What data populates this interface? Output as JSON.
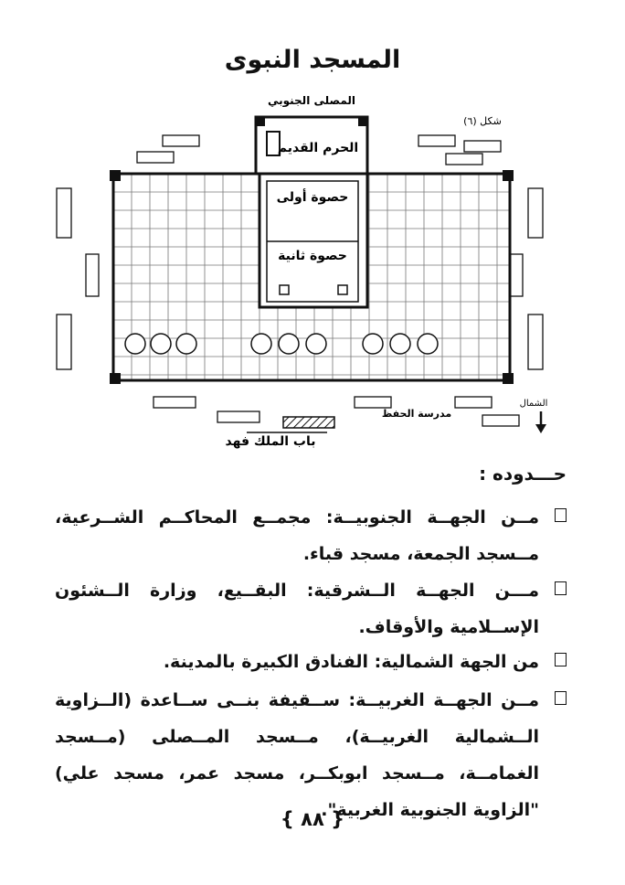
{
  "page": {
    "title": "المسجد النبوى",
    "figure_label": "شكل (٦)",
    "plan_labels": {
      "top": "المصلى الجنوبي",
      "old_haram": "الحرم القديم",
      "courtyard_1": "حصوة أولى",
      "courtyard_2": "حصوة ثانية",
      "bottom_gate": "باب الملك فهد",
      "north_arrow": "الشمال",
      "bottom_note": "مدرسة الحفظ"
    },
    "section_heading": "حـــدوده :",
    "items": [
      {
        "text": "مــن الجهــة الجنوبيــة: مجمــع المحاكــم الشــرعية، مــسجد الجمعة، مسجد قباء."
      },
      {
        "text": "مـــن الجهــة الــشرقية: البقــيع، وزارة الــشئون الإســلامية والأوقاف."
      },
      {
        "text": "من الجهة الشمالية: الفنادق الكبيرة بالمدينة."
      },
      {
        "text": "مــن الجهــة الغربيــة: ســقيفة بنــى ســاعدة (الــزاوية الــشمالية الغربيــة)، مــسجد المــصلى (مــسجد الغمامــة، مــسجد ابوبكــر، مسجد عمر، مسجد علي) \"الزاوية الجنوبية الغربية\"."
      }
    ],
    "page_number": "{ ٨٨ }"
  }
}
